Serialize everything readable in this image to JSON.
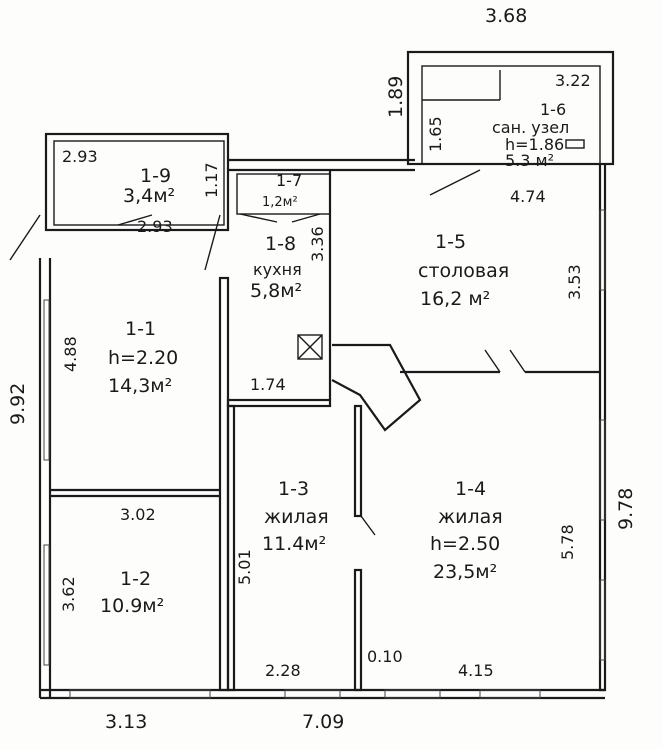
{
  "rooms": [
    {
      "id": "1-1",
      "height": "h=2.20",
      "area": "14,3м²"
    },
    {
      "id": "1-2",
      "area": "10.9м²"
    },
    {
      "id": "1-3",
      "name": "жилая",
      "area": "11.4м²"
    },
    {
      "id": "1-4",
      "name": "жилая",
      "height": "h=2.50",
      "area": "23,5м²"
    },
    {
      "id": "1-5",
      "name": "столовая",
      "area": "16,2 м²"
    },
    {
      "id": "1-6",
      "name": "сан. узел",
      "height": "h=1.86",
      "area": "5.3 м²"
    },
    {
      "id": "1-7",
      "area": "1,2м²"
    },
    {
      "id": "1-8",
      "name": "кухня",
      "area": "5,8м²"
    },
    {
      "id": "1-9",
      "area": "3,4м²"
    }
  ],
  "dimensions": {
    "d368": "3.68",
    "d322": "3.22",
    "d165": "1.65",
    "d189": "1.89",
    "d293a": "2.93",
    "d293b": "2.93",
    "d117": "1.17",
    "d336": "3.36",
    "d474": "4.74",
    "d353": "3.53",
    "d488": "4.88",
    "d992": "9.92",
    "d174": "1.74",
    "d302": "3.02",
    "d362": "3.62",
    "d501": "5.01",
    "d578": "5.78",
    "d978": "9.78",
    "d228": "2.28",
    "d010": "0.10",
    "d415": "4.15",
    "d313": "3.13",
    "d709": "7.09"
  }
}
